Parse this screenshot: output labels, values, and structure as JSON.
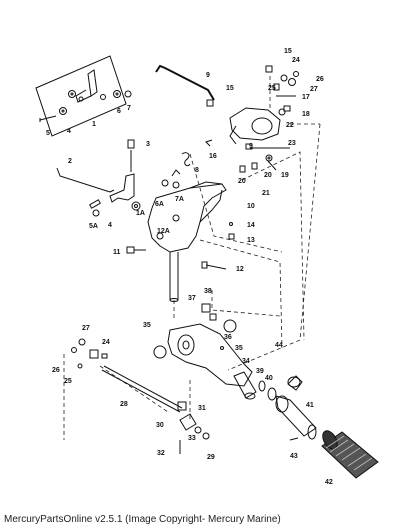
{
  "footer": {
    "caption": "MercuryPartsOnline v2.5.1 (Image Copyright- Mercury Marine)"
  },
  "callouts": {
    "c1": "1",
    "c1A": "1A",
    "c2": "2",
    "c3": "3",
    "c4a": "4",
    "c4b": "4",
    "c5": "5",
    "c5A": "5A",
    "c6": "6",
    "c6A": "6A",
    "c7": "7",
    "c7A": "7A",
    "c8": "8",
    "c9a": "9",
    "c9b": "9",
    "c10": "10",
    "c11": "11",
    "c12": "12",
    "c12A": "12A",
    "c13": "13",
    "c14": "14",
    "c15a": "15",
    "c15b": "15",
    "c16": "16",
    "c17": "17",
    "c18": "18",
    "c19": "19",
    "c20a": "20",
    "c20b": "20",
    "c21": "21",
    "c22": "22",
    "c23": "23",
    "c24a": "24",
    "c24b": "24",
    "c25a": "25",
    "c25b": "25",
    "c26a": "26",
    "c26b": "26",
    "c27a": "27",
    "c27b": "27",
    "c28": "28",
    "c29": "29",
    "c30": "30",
    "c31": "31",
    "c32": "32",
    "c33": "33",
    "c34": "34",
    "c35a": "35",
    "c35b": "35",
    "c36": "36",
    "c37": "37",
    "c38": "38",
    "c39": "39",
    "c40": "40",
    "c41": "41",
    "c42": "42",
    "c43": "43",
    "c44": "44"
  }
}
